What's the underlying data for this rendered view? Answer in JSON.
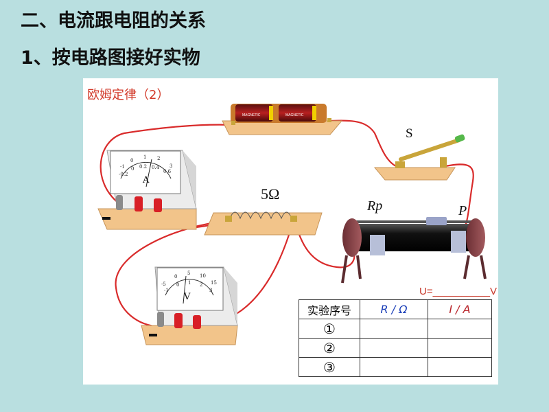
{
  "headings": {
    "section": "二、电流跟电阻的关系",
    "step": "1、按电路图接好实物"
  },
  "diagram": {
    "title": "欧姆定律（2）",
    "switch_label": "S",
    "resistor_label": "5Ω",
    "rheostat_label": "Rp",
    "slider_label": "P",
    "voltage_note": "U=__________V",
    "battery_text": "MAGNETIC",
    "ammeter": {
      "unit": "A",
      "scale_outer": [
        "-1",
        "0",
        "1",
        "2",
        "3"
      ],
      "scale_inner": [
        "-0.2",
        "0",
        "0.2",
        "0.4",
        "0.6"
      ]
    },
    "voltmeter": {
      "unit": "V",
      "scale_outer": [
        "-5",
        "0",
        "5",
        "10",
        "15"
      ],
      "scale_inner": [
        "-1",
        "0",
        "1",
        "2",
        "3"
      ]
    },
    "colors": {
      "wire": "#d92b2b",
      "base": "#f2c48a",
      "terminal_red": "#d81f26"
    }
  },
  "table": {
    "headers": [
      "实验序号",
      "R / Ω",
      "I / A"
    ],
    "rows": [
      [
        "①",
        "",
        ""
      ],
      [
        "②",
        "",
        ""
      ],
      [
        "③",
        "",
        ""
      ]
    ]
  }
}
